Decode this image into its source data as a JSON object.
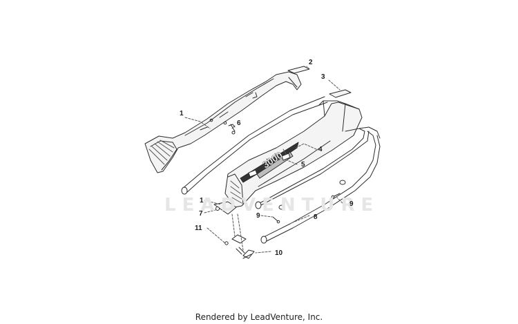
{
  "watermark": "LEADVENTURE",
  "footer": "Rendered by LeadVenture, Inc.",
  "decal_text": "3000",
  "callouts": [
    {
      "id": "1a",
      "label": "1"
    },
    {
      "id": "2",
      "label": "2"
    },
    {
      "id": "3",
      "label": "3"
    },
    {
      "id": "6",
      "label": "6"
    },
    {
      "id": "4",
      "label": "4"
    },
    {
      "id": "5",
      "label": "5"
    },
    {
      "id": "1b",
      "label": "1"
    },
    {
      "id": "7",
      "label": "7"
    },
    {
      "id": "9a",
      "label": "9"
    },
    {
      "id": "8",
      "label": "8"
    },
    {
      "id": "9b",
      "label": "9"
    },
    {
      "id": "11",
      "label": "11"
    },
    {
      "id": "10",
      "label": "10"
    }
  ],
  "colors": {
    "line": "#2b2b2b",
    "fill": "#f4f4f4",
    "shade": "#bdbdbd",
    "dark": "#333333"
  }
}
